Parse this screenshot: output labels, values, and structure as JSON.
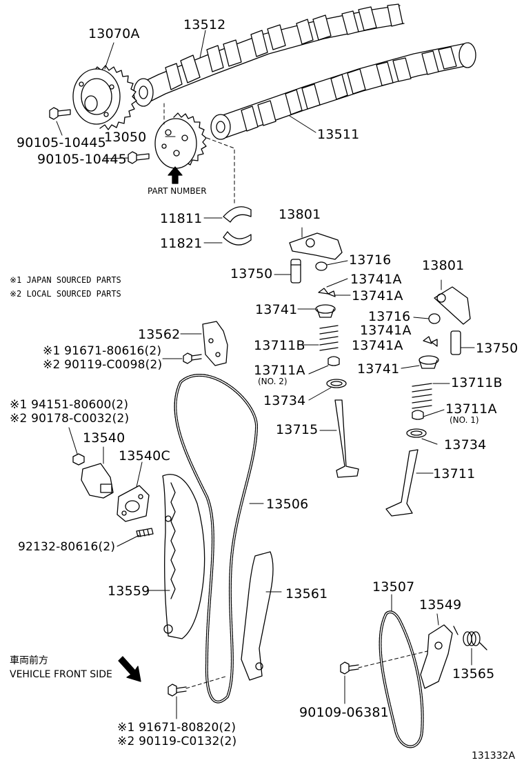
{
  "labels": {
    "p13070A": "13070A",
    "p13512": "13512",
    "p90105_a": "90105-10445",
    "p13050": "13050",
    "p13511": "13511",
    "p90105_b": "90105-10445",
    "part_number": "PART NUMBER",
    "p11811": "11811",
    "p11821": "11821",
    "p13801_a": "13801",
    "p13716_a": "13716",
    "p13750_a": "13750",
    "p13741A_a1": "13741A",
    "p13741A_a2": "13741A",
    "p13741_a": "13741",
    "p13711B_a": "13711B",
    "p13711A_a": "13711A",
    "no2": "(NO. 2)",
    "p13734_a": "13734",
    "p13715": "13715",
    "p13801_b": "13801",
    "p13716_b": "13716",
    "p13741A_b1": "13741A",
    "p13741A_b2": "13741A",
    "p13750_b": "13750",
    "p13741_b": "13741",
    "p13711B_b": "13711B",
    "p13711A_b": "13711A",
    "no1": "(NO. 1)",
    "p13734_b": "13734",
    "p13711": "13711",
    "p13562": "13562",
    "bolt_13562_jp": "※1 91671-80616(2)",
    "bolt_13562_local": "※2 90119-C0098(2)",
    "nut_13540_jp": "※1 94151-80600(2)",
    "nut_13540_local": "※2 90178-C0032(2)",
    "p13540": "13540",
    "p13540C": "13540C",
    "p13506": "13506",
    "stud": "92132-80616(2)",
    "p13559": "13559",
    "p13561": "13561",
    "p13507": "13507",
    "p13549": "13549",
    "p13565": "13565",
    "p90109": "90109-06381",
    "bolt_bottom_jp": "※1 91671-80820(2)",
    "bolt_bottom_local": "※2 90119-C0132(2)"
  },
  "notes": {
    "japan": "※1 JAPAN SOURCED PARTS",
    "local": "※2 LOCAL SOURCED PARTS"
  },
  "direction": {
    "jp": "車両前方",
    "en": "VEHICLE FRONT SIDE"
  },
  "figure_id": "131332A"
}
